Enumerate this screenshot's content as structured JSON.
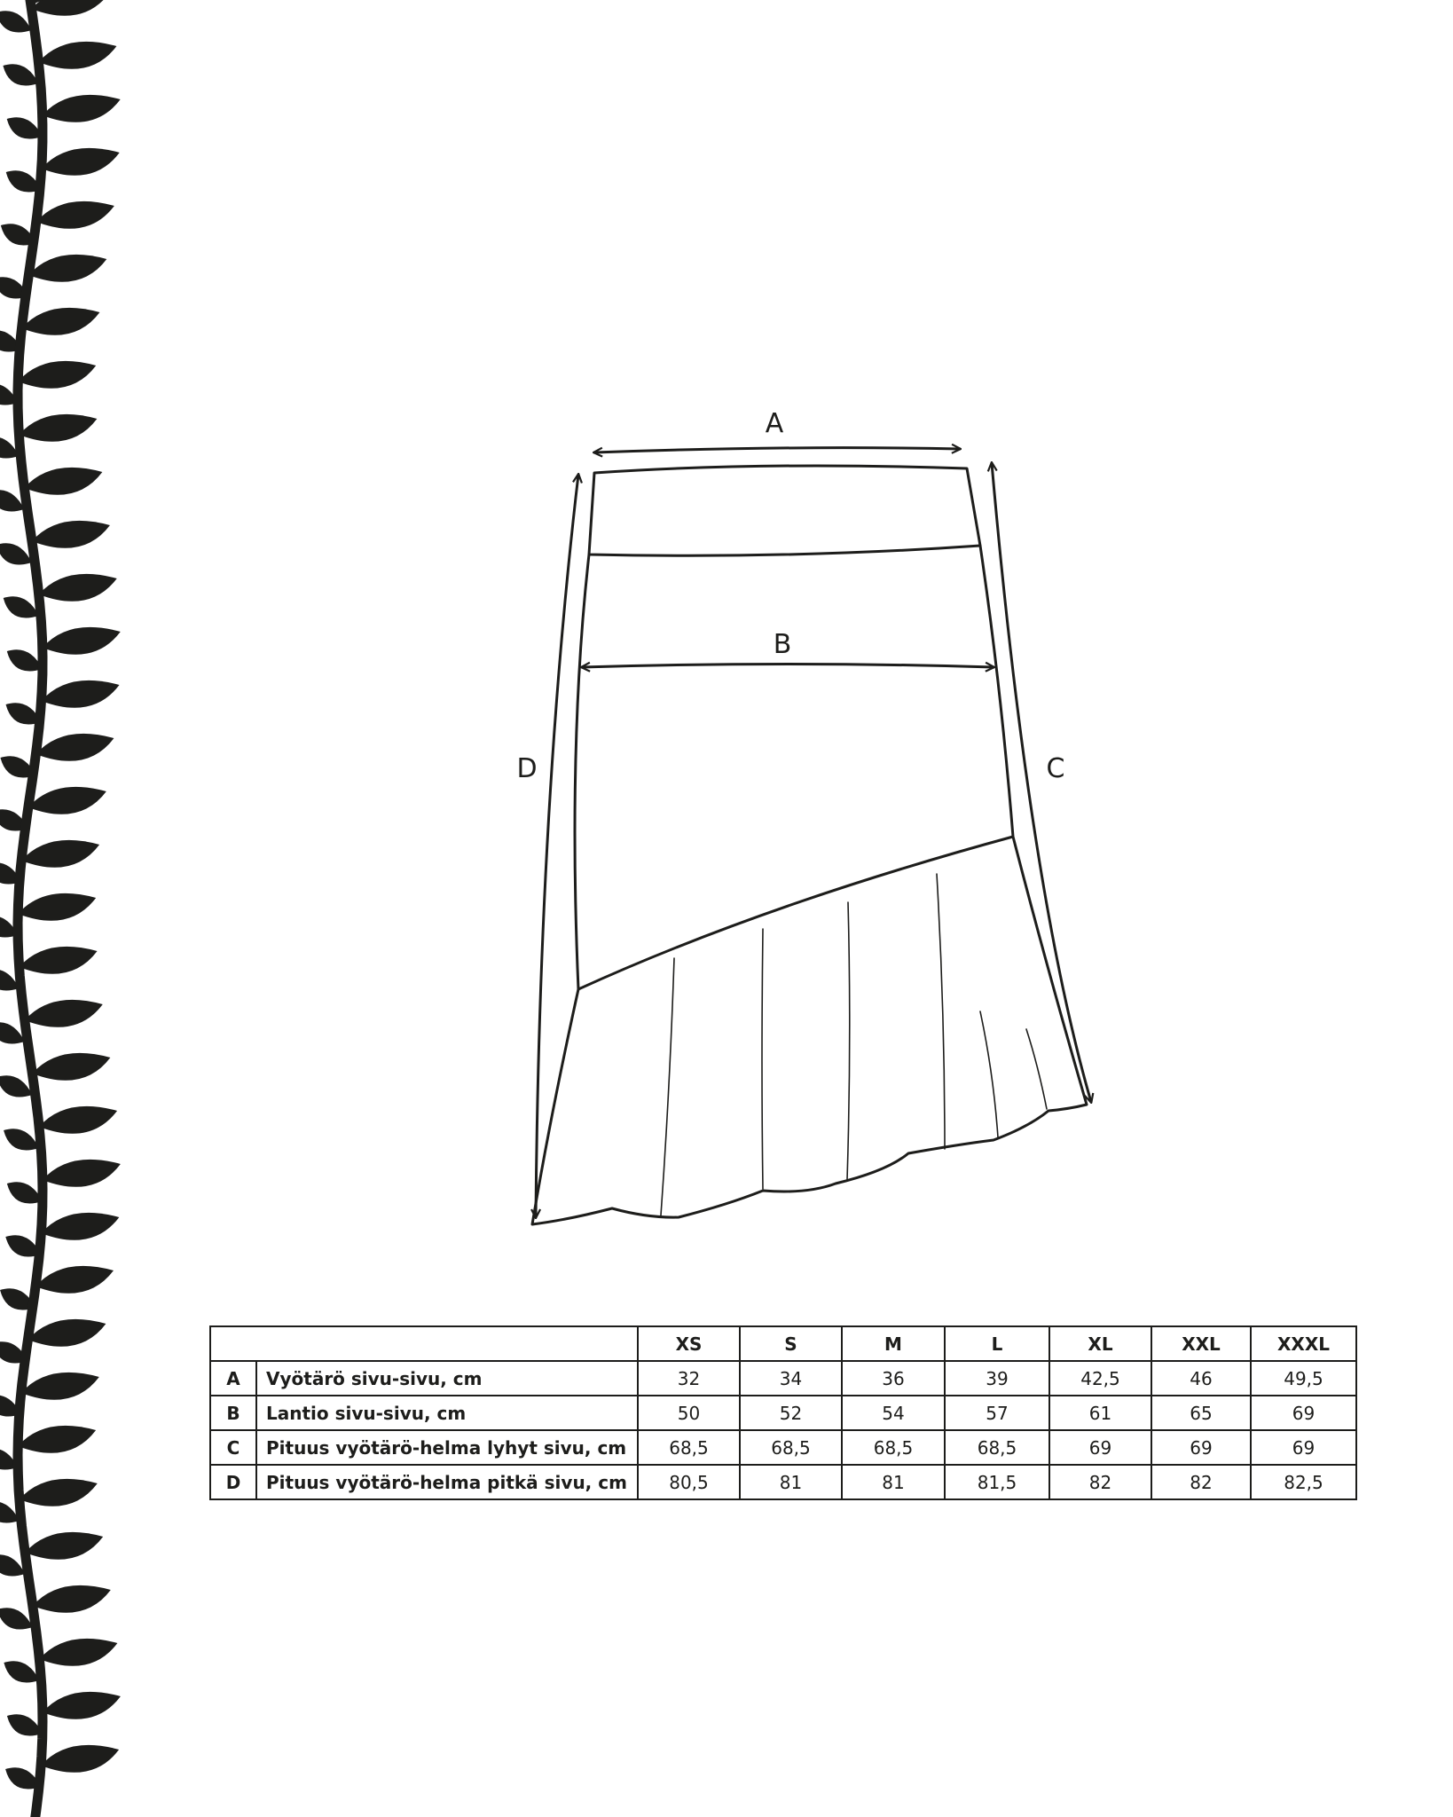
{
  "diagram": {
    "labels": {
      "waist": "A",
      "hip": "B",
      "short_side": "C",
      "long_side": "D"
    }
  },
  "table": {
    "sizes": [
      "XS",
      "S",
      "M",
      "L",
      "XL",
      "XXL",
      "XXXL"
    ],
    "rows": [
      {
        "key": "A",
        "label": "Vyötärö sivu-sivu, cm",
        "values": [
          "32",
          "34",
          "36",
          "39",
          "42,5",
          "46",
          "49,5"
        ]
      },
      {
        "key": "B",
        "label": "Lantio sivu-sivu, cm",
        "values": [
          "50",
          "52",
          "54",
          "57",
          "61",
          "65",
          "69"
        ]
      },
      {
        "key": "C",
        "label": "Pituus vyötärö-helma lyhyt sivu, cm",
        "values": [
          "68,5",
          "68,5",
          "68,5",
          "68,5",
          "69",
          "69",
          "69"
        ]
      },
      {
        "key": "D",
        "label": "Pituus vyötärö-helma pitkä sivu, cm",
        "values": [
          "80,5",
          "81",
          "81",
          "81,5",
          "82",
          "82",
          "82,5"
        ]
      }
    ]
  },
  "colors": {
    "ink": "#1d1d1b",
    "background": "#ffffff"
  }
}
